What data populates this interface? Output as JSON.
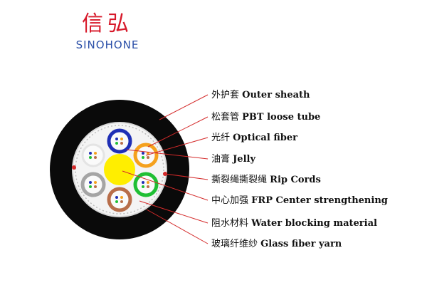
{
  "brand": {
    "name_cn": "信弘",
    "name_en": "SINOHONE",
    "colors": {
      "red": "#d7192a",
      "blue": "#2a4fa8"
    }
  },
  "labels": [
    {
      "cn": "外护套",
      "en": "Outer sheath"
    },
    {
      "cn": "松套管",
      "en": "PBT loose tube"
    },
    {
      "cn": "光纤",
      "en": "Optical fiber"
    },
    {
      "cn": "油膏",
      "en": "Jelly"
    },
    {
      "cn": "撕裂绳撕裂绳",
      "en": "Rip Cords"
    },
    {
      "cn": "中心加强",
      "en": "FRP Center strengthening"
    },
    {
      "cn": "阻水材料",
      "en": "Water blocking material"
    },
    {
      "cn": "玻璃纤维纱",
      "en": "Glass fiber yarn"
    }
  ],
  "tubes": [
    {
      "color": "#1f2fb5",
      "name": "blue-tube"
    },
    {
      "color": "#f5a11d",
      "name": "orange-tube"
    },
    {
      "color": "#1fbf34",
      "name": "green-tube"
    },
    {
      "color": "#b86e4a",
      "name": "brown-tube"
    },
    {
      "color": "#a5a5a5",
      "name": "grey-tube"
    },
    {
      "color": "#eeeeee",
      "name": "white-tube"
    }
  ],
  "leader_color": "#d42a2a"
}
